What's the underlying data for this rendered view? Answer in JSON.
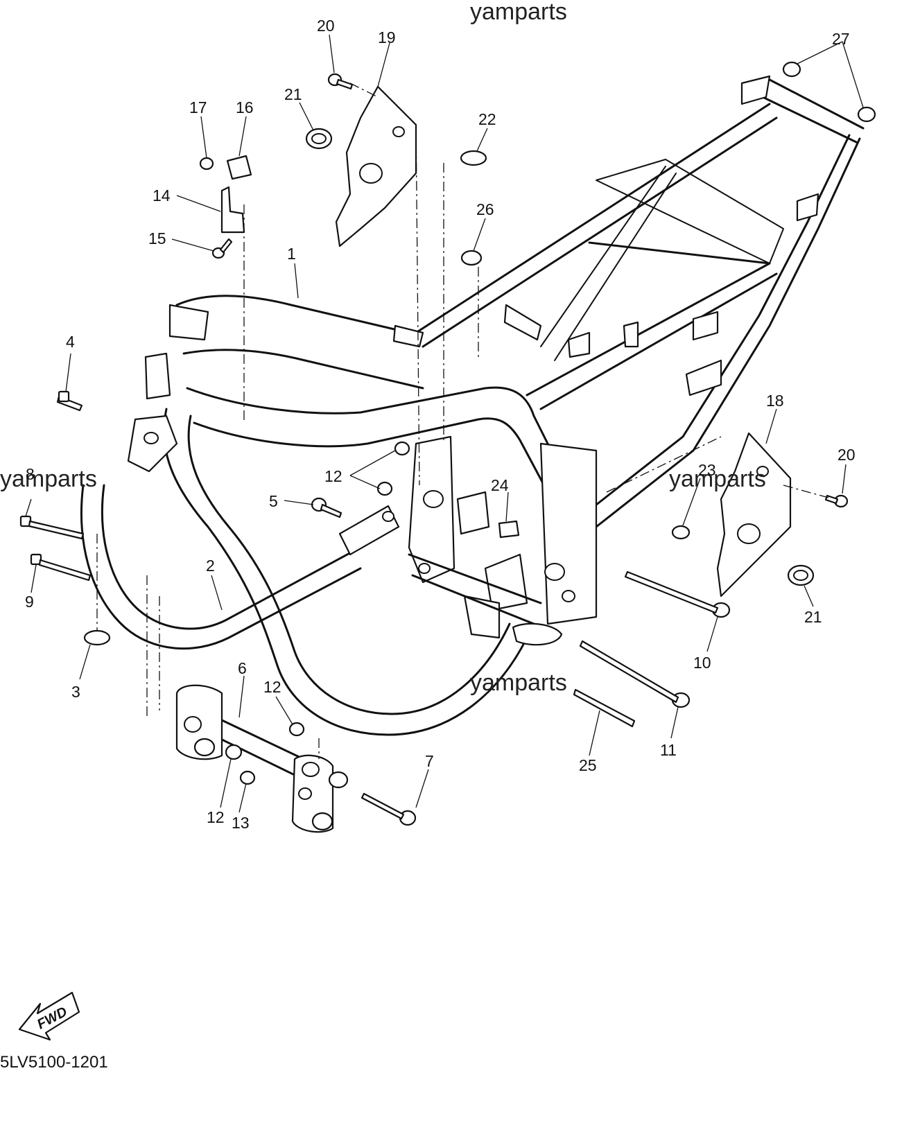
{
  "watermark": "yamparts",
  "diagram_code": "5LV5100-1201",
  "fwd_label": "FWD",
  "callouts": {
    "c1": "1",
    "c2": "2",
    "c3": "3",
    "c4": "4",
    "c5": "5",
    "c6": "6",
    "c7": "7",
    "c8": "8",
    "c9": "9",
    "c10": "10",
    "c11": "11",
    "c12a": "12",
    "c12b": "12",
    "c12c": "12",
    "c13": "13",
    "c14": "14",
    "c15": "15",
    "c16": "16",
    "c17": "17",
    "c18": "18",
    "c19": "19",
    "c20a": "20",
    "c20b": "20",
    "c21a": "21",
    "c21b": "21",
    "c22": "22",
    "c23": "23",
    "c24": "24",
    "c25": "25",
    "c26": "26",
    "c27": "27"
  }
}
